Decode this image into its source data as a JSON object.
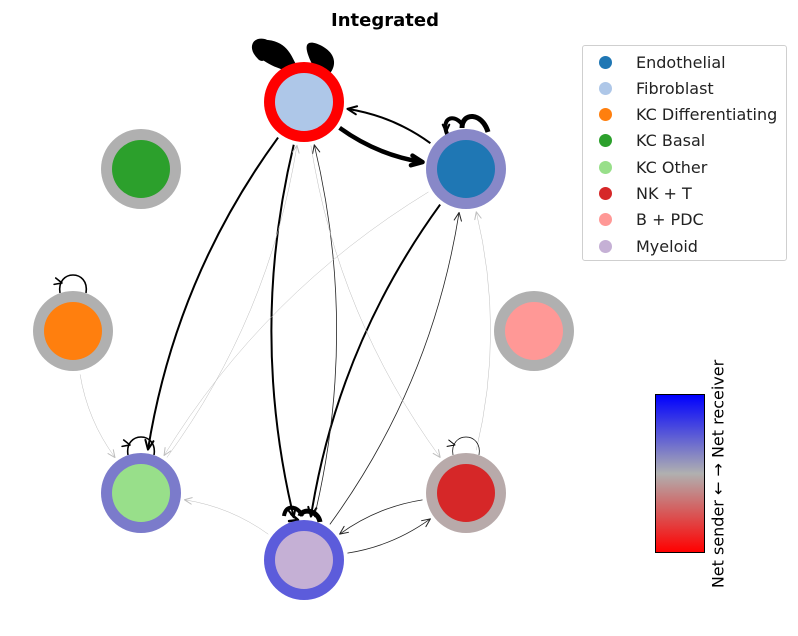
{
  "title": "Integrated",
  "legend": {
    "items": [
      {
        "label": "Endothelial",
        "color": "#1f77b4"
      },
      {
        "label": "Fibroblast",
        "color": "#aec7e8"
      },
      {
        "label": "KC Differentiating",
        "color": "#ff7f0e"
      },
      {
        "label": "KC Basal",
        "color": "#2ca02c"
      },
      {
        "label": "KC Other",
        "color": "#98df8a"
      },
      {
        "label": "NK + T",
        "color": "#d62728"
      },
      {
        "label": "B + PDC",
        "color": "#ff9896"
      },
      {
        "label": "Myeloid",
        "color": "#c5b0d5"
      }
    ]
  },
  "colorbar": {
    "label": "Net sender ← → Net receiver",
    "top_color": "#0000ff",
    "mid_color": "#b0b0b0",
    "bottom_color": "#ff0000"
  },
  "nodes": [
    {
      "name": "Fibroblast",
      "fill": "#aec7e8",
      "ring": "#ff0000"
    },
    {
      "name": "Endothelial",
      "fill": "#1f77b4",
      "ring": "#8888c8"
    },
    {
      "name": "KC Basal",
      "fill": "#2ca02c",
      "ring": "#b0b0b0"
    },
    {
      "name": "KC Differentiating",
      "fill": "#ff7f0e",
      "ring": "#b0b0b0"
    },
    {
      "name": "B + PDC",
      "fill": "#ff9896",
      "ring": "#b0b0b0"
    },
    {
      "name": "KC Other",
      "fill": "#98df8a",
      "ring": "#7b7bcb"
    },
    {
      "name": "NK + T",
      "fill": "#d62728",
      "ring": "#b8aaaa"
    },
    {
      "name": "Myeloid",
      "fill": "#c5b0d5",
      "ring": "#5c5cdb"
    }
  ],
  "edges": [
    {
      "source": "Fibroblast",
      "target": "Endothelial",
      "weight": "strong"
    },
    {
      "source": "Endothelial",
      "target": "Fibroblast",
      "weight": "medium"
    },
    {
      "source": "Fibroblast",
      "target": "KC Other",
      "weight": "medium"
    },
    {
      "source": "Fibroblast",
      "target": "Myeloid",
      "weight": "medium"
    },
    {
      "source": "Endothelial",
      "target": "Myeloid",
      "weight": "medium"
    },
    {
      "source": "Myeloid",
      "target": "Endothelial",
      "weight": "thin"
    },
    {
      "source": "Myeloid",
      "target": "Fibroblast",
      "weight": "thin"
    },
    {
      "source": "NK + T",
      "target": "Myeloid",
      "weight": "thin"
    },
    {
      "source": "Myeloid",
      "target": "NK + T",
      "weight": "thin"
    },
    {
      "source": "Endothelial",
      "target": "KC Other",
      "weight": "faint"
    },
    {
      "source": "Fibroblast",
      "target": "NK + T",
      "weight": "faint"
    },
    {
      "source": "KC Other",
      "target": "Fibroblast",
      "weight": "faint"
    },
    {
      "source": "NK + T",
      "target": "Endothelial",
      "weight": "faint"
    },
    {
      "source": "Myeloid",
      "target": "KC Other",
      "weight": "faint"
    },
    {
      "source": "KC Differentiating",
      "target": "KC Other",
      "weight": "faint"
    },
    {
      "source": "Fibroblast",
      "target": "Fibroblast",
      "weight": "self"
    },
    {
      "source": "Endothelial",
      "target": "Endothelial",
      "weight": "self"
    },
    {
      "source": "Myeloid",
      "target": "Myeloid",
      "weight": "self"
    },
    {
      "source": "KC Differentiating",
      "target": "KC Differentiating",
      "weight": "self"
    },
    {
      "source": "KC Other",
      "target": "KC Other",
      "weight": "self"
    },
    {
      "source": "NK + T",
      "target": "NK + T",
      "weight": "self"
    }
  ]
}
